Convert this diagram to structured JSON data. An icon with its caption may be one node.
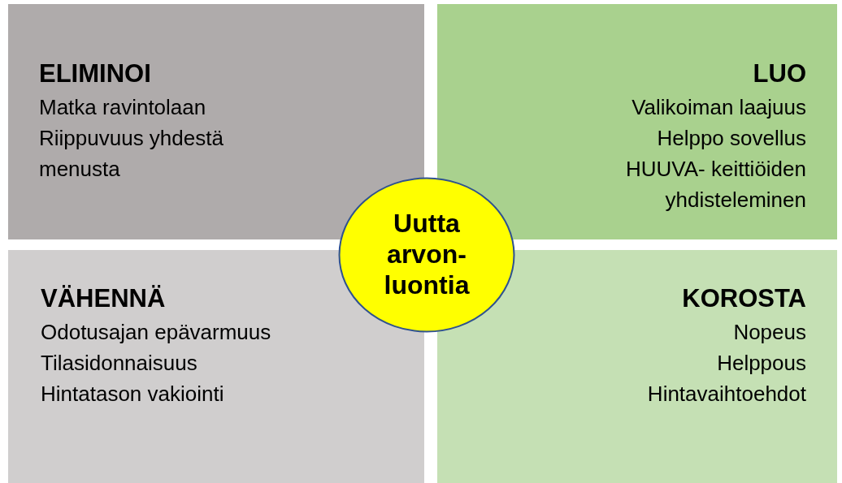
{
  "diagram": {
    "nodes": [
      {
        "text": [
          "ELIMINOI",
          "Matka ravintolaan",
          "Riippuvuus yhdestä menusta"
        ]
      },
      {
        "text": [
          "LUO",
          "Valikoiman laajuus",
          "Helppo sovellus",
          "HUUVA- keittiöiden yhdisteleminen"
        ]
      },
      {
        "text": [
          "VÄHENNÄ",
          "Odotusajan epävarmuus",
          "Tilasidonnaisuus",
          "Hintatason vakiointi"
        ]
      },
      {
        "text": [
          "KOROSTA",
          "Nopeus",
          "Helppous",
          "Hintavaihtoehdot"
        ]
      },
      {
        "text": [
          "Uutta arvon- luontia"
        ]
      }
    ]
  }
}
